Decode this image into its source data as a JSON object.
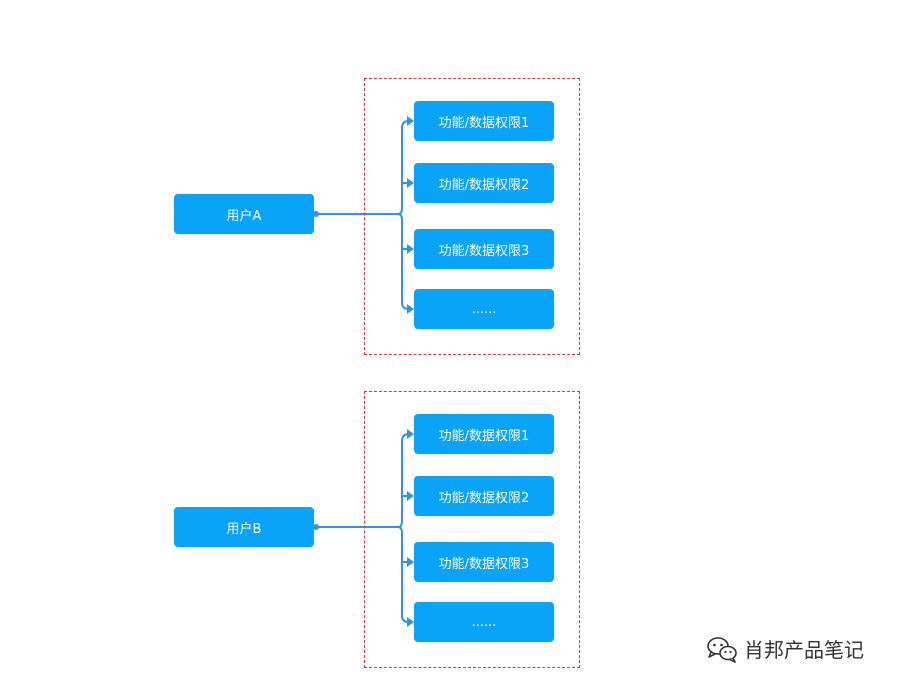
{
  "groups": [
    {
      "user": "用户A",
      "permissions": [
        "功能/数据权限1",
        "功能/数据权限2",
        "功能/数据权限3",
        "......"
      ]
    },
    {
      "user": "用户B",
      "permissions": [
        "功能/数据权限1",
        "功能/数据权限2",
        "功能/数据权限3",
        "......"
      ]
    }
  ],
  "watermark": {
    "text": "肖邦产品笔记",
    "icon": "wechat-icon"
  },
  "colors": {
    "node": "#09a3f8",
    "connector": "#2f94e6",
    "dashed_border": "#d23a3a"
  }
}
